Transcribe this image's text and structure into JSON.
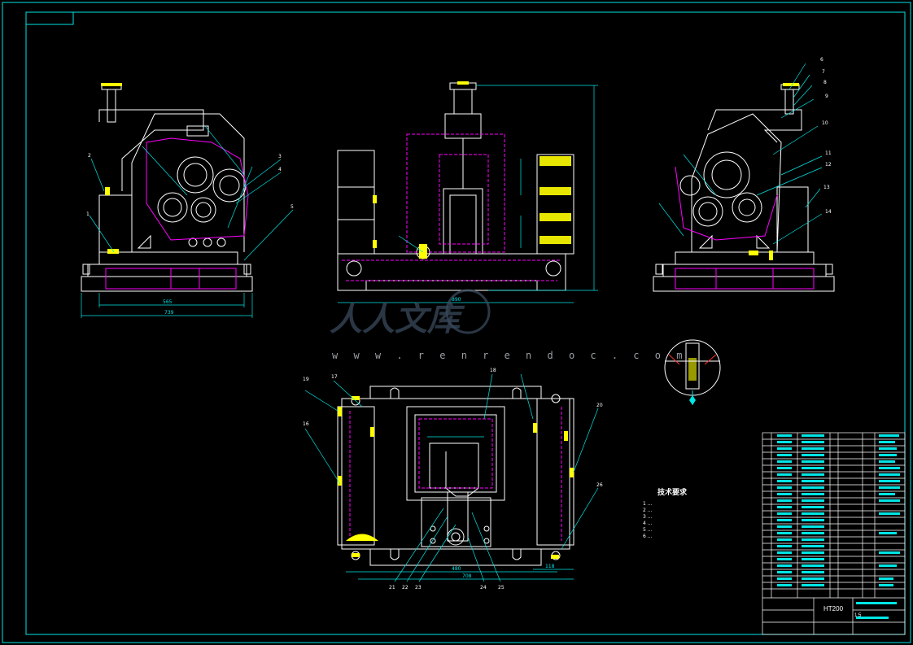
{
  "drawing": {
    "colors": {
      "background": "#000000",
      "frame": "#00e5e5",
      "outline": "#ffffff",
      "hidden": "#ff00ff",
      "part": "#ffff00",
      "center": "#ff3030"
    }
  },
  "watermark": {
    "title": "人人文库",
    "url": "w w w . r e n r e n d o c . c o m"
  },
  "technical_requirements": {
    "title": "技术要求",
    "items": [
      "1 ...",
      "2 ...",
      "3 ...",
      "4 ...",
      "5 ...",
      "6 ..."
    ]
  },
  "balloons": [
    "1",
    "2",
    "3",
    "4",
    "5",
    "6",
    "7",
    "8",
    "9",
    "10",
    "11",
    "12",
    "13",
    "14",
    "16",
    "17",
    "18",
    "19",
    "20",
    "21",
    "22",
    "23",
    "24",
    "25",
    "26"
  ],
  "dimensions": {
    "left_width_inner": "565",
    "left_width_outer": "739",
    "front_width": "890",
    "bottom_width_inner": "480",
    "bottom_width_outer": "708",
    "bottom_right": "118"
  },
  "title_block": {
    "model": "HT200",
    "scale": "1:5"
  }
}
